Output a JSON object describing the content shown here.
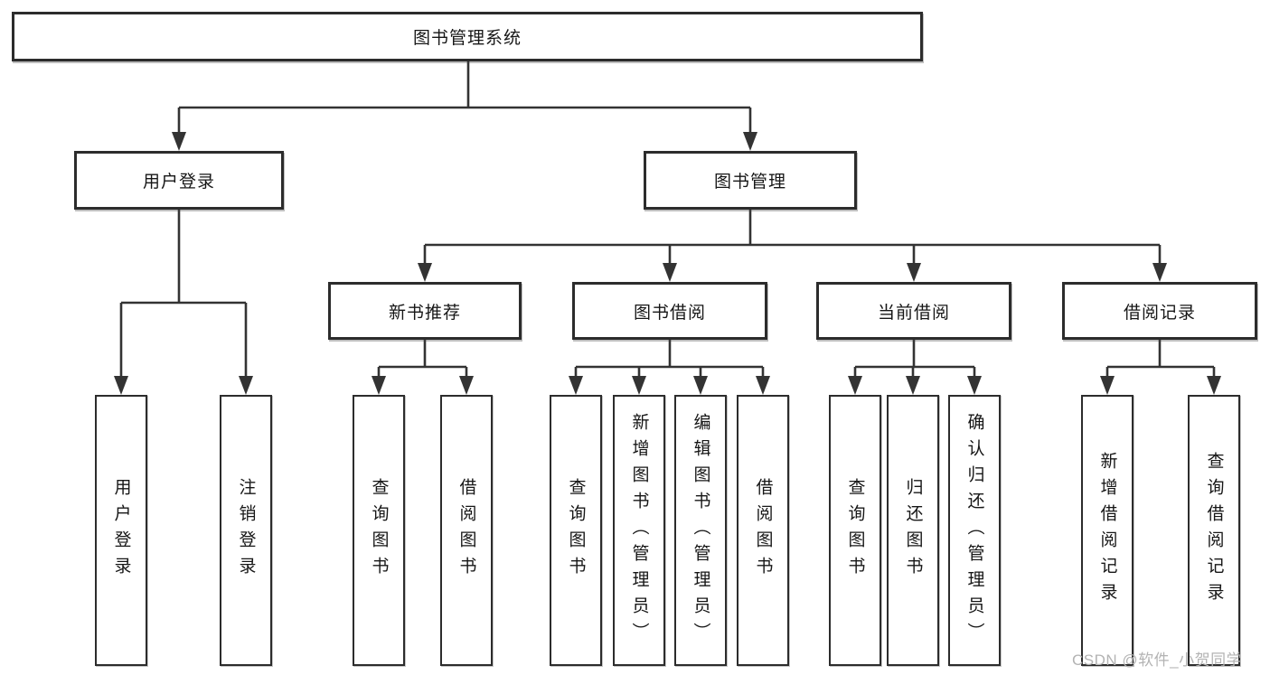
{
  "colors": {
    "line": "#333333",
    "box_border": "#2c2c2c",
    "text": "#161616",
    "watermark": "#b3b3b3",
    "background": "#ffffff"
  },
  "watermark": {
    "text": "CSDN @软件_小贺同学"
  },
  "diagram": {
    "root": {
      "label": "图书管理系统",
      "children": [
        {
          "label": "用户登录",
          "children": [
            {
              "label": "用户登录"
            },
            {
              "label": "注销登录"
            }
          ]
        },
        {
          "label": "图书管理",
          "children": [
            {
              "label": "新书推荐",
              "children": [
                {
                  "label": "查询图书"
                },
                {
                  "label": "借阅图书"
                }
              ]
            },
            {
              "label": "图书借阅",
              "children": [
                {
                  "label": "查询图书"
                },
                {
                  "label": "新增图书（管理员）"
                },
                {
                  "label": "编辑图书（管理员）"
                },
                {
                  "label": "借阅图书"
                }
              ]
            },
            {
              "label": "当前借阅",
              "children": [
                {
                  "label": "查询图书"
                },
                {
                  "label": "归还图书"
                },
                {
                  "label": "确认归还（管理员）"
                }
              ]
            },
            {
              "label": "借阅记录",
              "children": [
                {
                  "label": "新增借阅记录"
                },
                {
                  "label": "查询借阅记录"
                }
              ]
            }
          ]
        }
      ]
    }
  }
}
